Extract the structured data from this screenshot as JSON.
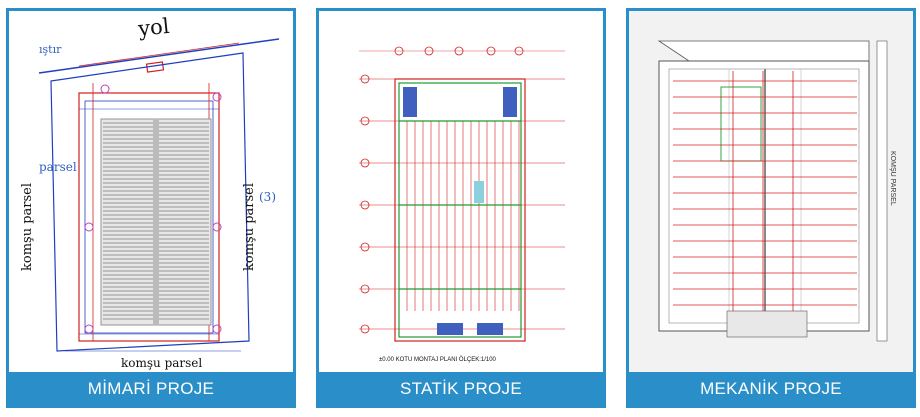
{
  "cards": [
    {
      "caption": "MİMARİ PROJE",
      "labels": {
        "road": "yol",
        "neighbor_bottom": "komşu parsel",
        "neighbor_left": "komşu parsel",
        "neighbor_right": "komşu parsel",
        "parsel_left": "parsel",
        "istir": "ıştır",
        "number_right": "(3)"
      }
    },
    {
      "caption": "STATİK PROJE",
      "labels": {
        "plan_title": "±0.00 KOTU MONTAJ PLANI ÖLÇEK:1/100"
      }
    },
    {
      "caption": "MEKANİK PROJE",
      "labels": {
        "side_right": "KOMŞU PARSEL"
      }
    }
  ],
  "colors": {
    "accent": "#2a8fc9",
    "line_red": "#d22020",
    "line_blue": "#2040c0",
    "line_green": "#1f9a2f",
    "hatch_gray": "#8a8a8a",
    "magenta": "#c040c0"
  }
}
